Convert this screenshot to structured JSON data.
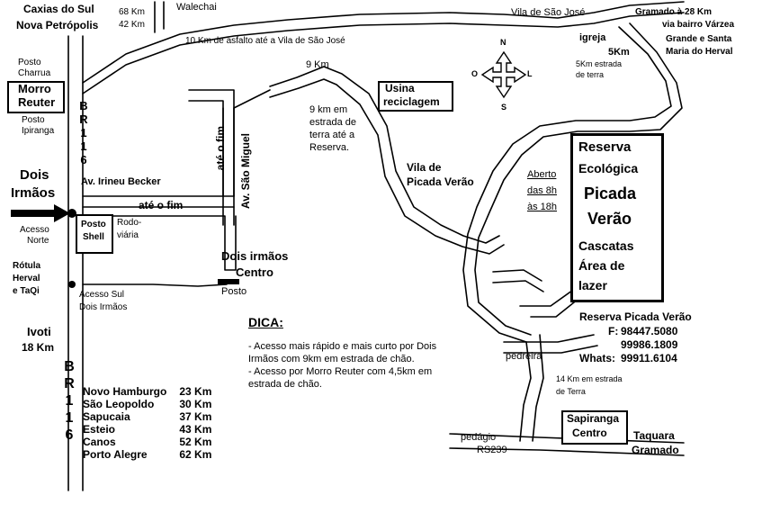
{
  "places": {
    "caxias": "Caxias do Sul",
    "nova_petropolis": "Nova Petrópolis",
    "dist_caxias": "68 Km",
    "dist_nova_petropolis": "42 Km",
    "walechai": "Walechai",
    "vila_sao_jose": "Vila de São José",
    "asfalto_note": "10 Km de asfalto até a Vila de São José",
    "gramado_line1": "Gramado à 28 Km",
    "gramado_line2": "via bairro Várzea",
    "gramado_line3": "Grande e Santa",
    "gramado_line4": "Maria do Herval",
    "igreja": "igreja",
    "igreja_km": "5Km",
    "estrada_5km_1": "5Km estrada",
    "estrada_5km_2": "de terra",
    "posto_charrua_1": "Posto",
    "posto_charrua_2": "Charrua",
    "morro_reuter_1": "Morro",
    "morro_reuter_2": "Reuter",
    "posto_ipiranga_1": "Posto",
    "posto_ipiranga_2": "Ipiranga",
    "nine_km": "9 Km",
    "usina_1": "Usina",
    "usina_2": "reciclagem",
    "nine_km_note_1": "9 km em",
    "nine_km_note_2": "estrada de",
    "nine_km_note_3": "terra até a",
    "nine_km_note_4": "Reserva.",
    "av_irineu": "Av. Irineu Becker",
    "ate_o_fim_v": "até o fim",
    "av_sao_miguel": "Av. São Miguel",
    "ate_o_fim_h": "até o fim",
    "dois_irmaos_1": "Dois",
    "dois_irmaos_2": "Irmãos",
    "acesso_norte_1": "Acesso",
    "acesso_norte_2": "Norte",
    "posto_shell_1": "Posto",
    "posto_shell_2": "Shell",
    "rodoviaria_1": "Rodo-",
    "rodoviaria_2": "viária",
    "dois_irmaos_centro_1": "Dois irmãos",
    "dois_irmaos_centro_2": "Centro",
    "posto_centro": "Posto",
    "rotula_1": "Rótula",
    "rotula_2": "Herval",
    "rotula_3": "e TaQi",
    "acesso_sul_1": "Acesso Sul",
    "acesso_sul_2": "Dois Irmãos",
    "ivoti_1": "Ivoti",
    "ivoti_2": "18 Km",
    "br116_letters_top": [
      "B",
      "R",
      "1",
      "1",
      "6"
    ],
    "br116_letters_bottom": [
      "B",
      "R",
      "1",
      "1",
      "6"
    ],
    "vila_picada_1": "Vila de",
    "vila_picada_2": "Picada Verão",
    "aberto_1": "Aberto",
    "aberto_2": "das 8h",
    "aberto_3": "às 18h",
    "pedreira": "pedreira",
    "quatorze_km_1": "14 Km em estrada",
    "quatorze_km_2": "de Terra",
    "sapiranga_1": "Sapiranga",
    "sapiranga_2": "Centro",
    "pedagio": "pedágio",
    "rs239": "RS239",
    "taquara": "Taquara",
    "gramado_bottom": "Gramado"
  },
  "reserve": {
    "line1": "Reserva",
    "line2": "Ecológica",
    "line3": "Picada",
    "line4": "Verão",
    "line5": "Cascatas",
    "line6": "Área de",
    "line7": "lazer"
  },
  "contact": {
    "title": "Reserva Picada Verão",
    "phone_label": "F:",
    "phone1": "98447.5080",
    "phone2": "99986.1809",
    "whats_label": "Whats:",
    "whats": "99911.6104"
  },
  "dica": {
    "title": "DICA:",
    "line1": "- Acesso mais rápido e mais curto por Dois",
    "line2": "Irmãos com 9km em estrada de chão.",
    "line3": "- Acesso por Morro Reuter com 4,5km em",
    "line4": "estrada de chão."
  },
  "compass": {
    "n": "N",
    "s": "S",
    "l": "L",
    "o": "O"
  },
  "distances": [
    {
      "city": "Novo Hamburgo",
      "km": "23 Km"
    },
    {
      "city": "São Leopoldo",
      "km": "30 Km"
    },
    {
      "city": "Sapucaia",
      "km": "37 Km"
    },
    {
      "city": "Esteio",
      "km": "43 Km"
    },
    {
      "city": "Canos",
      "km": "52 Km"
    },
    {
      "city": "Porto Alegre",
      "km": "62 Km"
    }
  ]
}
